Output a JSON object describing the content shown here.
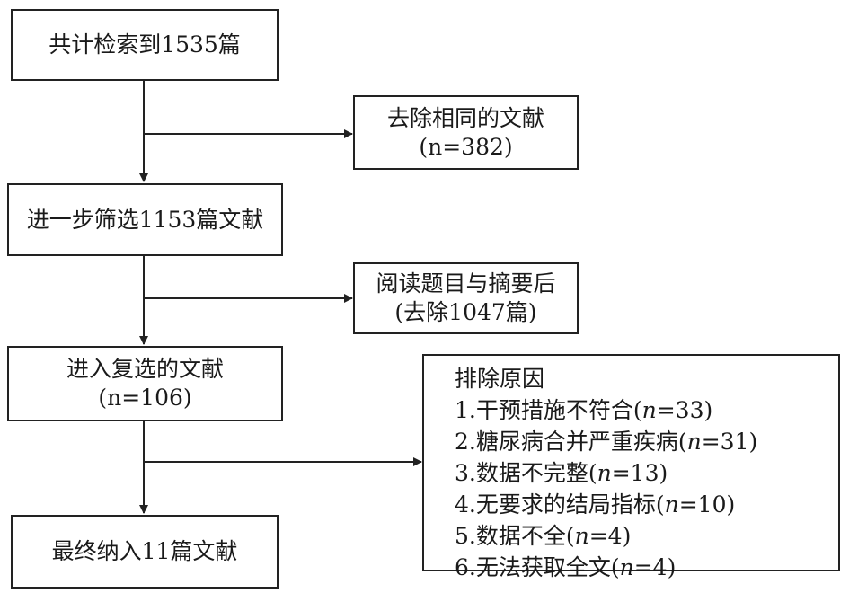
{
  "flow": {
    "total_searched": "共计检索到1535篇",
    "duplicates_removed": {
      "line1": "去除相同的文献",
      "line2": "(n=382)"
    },
    "further_screening": "进一步筛选1153篇文献",
    "title_abstract_excluded": {
      "line1": "阅读题目与摘要后",
      "line2": "(去除1047篇)"
    },
    "full_text_screening": {
      "line1": "进入复选的文献",
      "line2": "(n=106)"
    },
    "exclusion_reasons": {
      "heading": "排除原因",
      "items": [
        {
          "prefix": "1.干预措施不符合(",
          "n": "n",
          "suffix": "=33)"
        },
        {
          "prefix": "2.糖尿病合并严重疾病(",
          "n": "n",
          "suffix": "=31)"
        },
        {
          "prefix": "3.数据不完整(",
          "n": "n",
          "suffix": "=13)"
        },
        {
          "prefix": "4.无要求的结局指标(",
          "n": "n",
          "suffix": "=10)"
        },
        {
          "prefix": "5.数据不全(",
          "n": "n",
          "suffix": "=4)"
        },
        {
          "prefix": "6.无法获取全文(",
          "n": "n",
          "suffix": "=4)"
        }
      ]
    },
    "final_included": "最终纳入11篇文献"
  }
}
